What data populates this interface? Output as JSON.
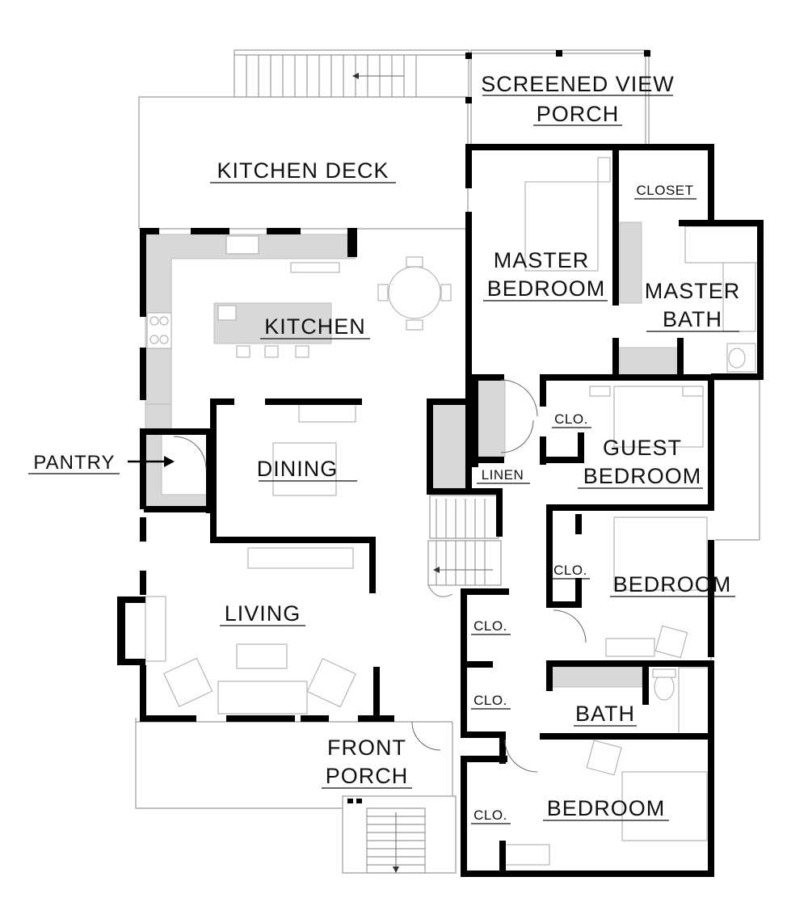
{
  "rooms": {
    "screened_porch": [
      "SCREENED VIEW",
      "PORCH"
    ],
    "kitchen_deck": "KITCHEN DECK",
    "master_bedroom": [
      "MASTER",
      "BEDROOM"
    ],
    "closet": "CLOSET",
    "master_bath": [
      "MASTER",
      "BATH"
    ],
    "kitchen": "KITCHEN",
    "pantry": "PANTRY",
    "dining": "DINING",
    "linen": "LINEN",
    "clo_guest": "CLO.",
    "guest_bedroom": [
      "GUEST",
      "BEDROOM"
    ],
    "clo_bedroom1": "CLO.",
    "bedroom1": "BEDROOM",
    "living": "LIVING",
    "clo_hall1": "CLO.",
    "clo_hall2": "CLO.",
    "bath": "BATH",
    "front_porch": [
      "FRONT",
      "PORCH"
    ],
    "clo_bedroom2": "CLO.",
    "bedroom2": "BEDROOM"
  },
  "colors": {
    "wall": "#000000",
    "fixture": "#d8d8d8",
    "linework": "#9a9a9a"
  }
}
